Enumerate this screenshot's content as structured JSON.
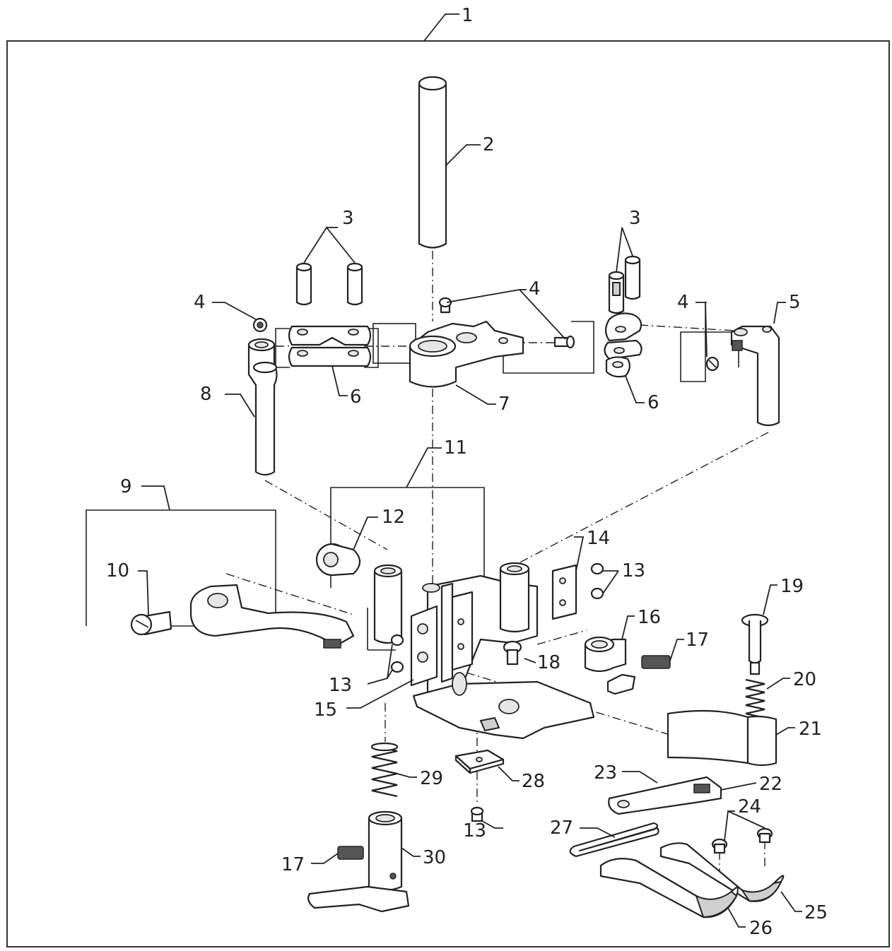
{
  "callouts": [
    {
      "id": "c1",
      "label": "1"
    },
    {
      "id": "c2",
      "label": "2"
    },
    {
      "id": "c3a",
      "label": "3"
    },
    {
      "id": "c3b",
      "label": "3"
    },
    {
      "id": "c4a",
      "label": "4"
    },
    {
      "id": "c4b",
      "label": "4"
    },
    {
      "id": "c4c",
      "label": "4"
    },
    {
      "id": "c5",
      "label": "5"
    },
    {
      "id": "c6a",
      "label": "6"
    },
    {
      "id": "c6b",
      "label": "6"
    },
    {
      "id": "c7",
      "label": "7"
    },
    {
      "id": "c8",
      "label": "8"
    },
    {
      "id": "c9",
      "label": "9"
    },
    {
      "id": "c10",
      "label": "10"
    },
    {
      "id": "c11",
      "label": "11"
    },
    {
      "id": "c12",
      "label": "12"
    },
    {
      "id": "c13a",
      "label": "13"
    },
    {
      "id": "c13b",
      "label": "13"
    },
    {
      "id": "c13c",
      "label": "13"
    },
    {
      "id": "c14",
      "label": "14"
    },
    {
      "id": "c15",
      "label": "15"
    },
    {
      "id": "c16",
      "label": "16"
    },
    {
      "id": "c17a",
      "label": "17"
    },
    {
      "id": "c17b",
      "label": "17"
    },
    {
      "id": "c18",
      "label": "18"
    },
    {
      "id": "c19",
      "label": "19"
    },
    {
      "id": "c20",
      "label": "20"
    },
    {
      "id": "c21",
      "label": "21"
    },
    {
      "id": "c22",
      "label": "22"
    },
    {
      "id": "c23",
      "label": "23"
    },
    {
      "id": "c24",
      "label": "24"
    },
    {
      "id": "c25",
      "label": "25"
    },
    {
      "id": "c26",
      "label": "26"
    },
    {
      "id": "c27",
      "label": "27"
    },
    {
      "id": "c28",
      "label": "28"
    },
    {
      "id": "c29",
      "label": "29"
    },
    {
      "id": "c30",
      "label": "30"
    }
  ]
}
